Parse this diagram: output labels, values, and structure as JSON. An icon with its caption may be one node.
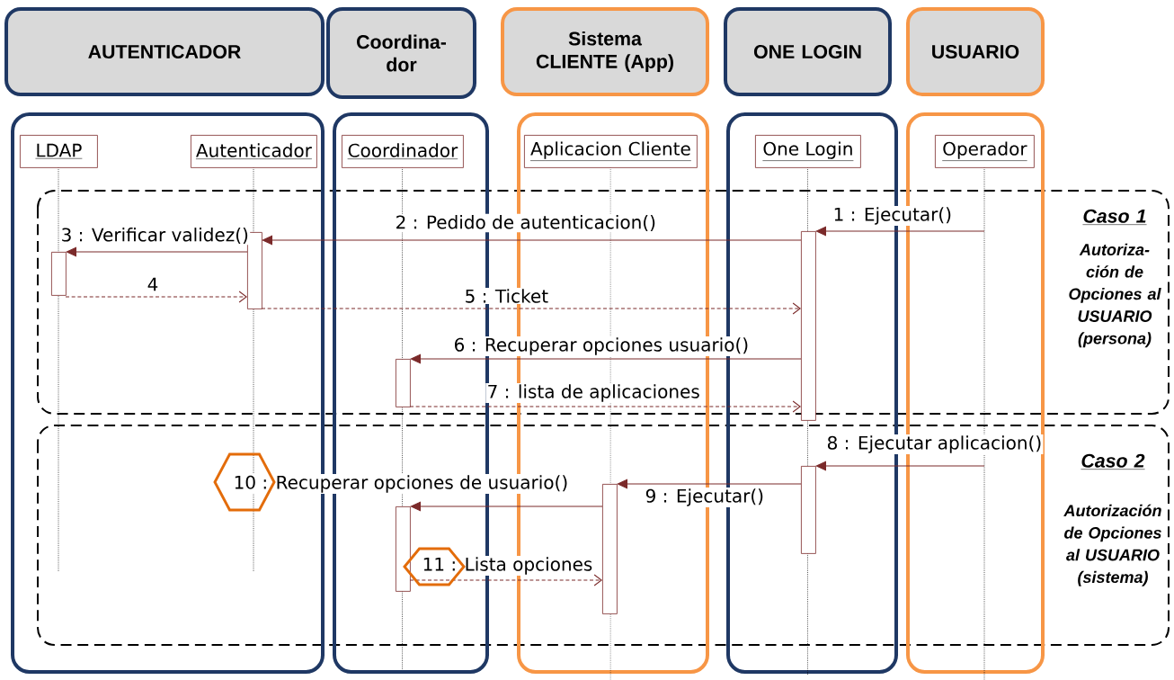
{
  "diagram": {
    "nodes": [
      {
        "text": [
          "AUTENTICADOR"
        ]
      },
      {
        "text": [
          "Coordina- dor"
        ]
      },
      {
        "text": [
          "Sistema CLIENTE (App)"
        ]
      },
      {
        "text": [
          "ONE LOGIN"
        ]
      },
      {
        "text": [
          "USUARIO"
        ]
      },
      {
        "text": [],
        "shape": "box"
      },
      {
        "text": [],
        "shape": "box"
      },
      {
        "text": [],
        "shape": "box"
      },
      {
        "text": [],
        "shape": "box"
      },
      {
        "text": [],
        "shape": "box"
      },
      {
        "text": [
          "LDAP"
        ],
        "in": 5
      },
      {
        "text": [
          "Autenticador"
        ],
        "in": 5
      },
      {
        "text": [
          "Coordinador"
        ],
        "in": 6
      },
      {
        "text": [
          "Aplicacion Cliente"
        ],
        "in": 7
      },
      {
        "text": [
          "One Login"
        ],
        "in": 8
      },
      {
        "text": [
          "Operador"
        ],
        "in": 9
      },
      {
        "text": [],
        "shape": "bar",
        "in": 5
      },
      {
        "text": [],
        "shape": "bar",
        "in": 5
      },
      {
        "text": [],
        "shape": "bar",
        "in": 6
      },
      {
        "text": [],
        "shape": "bar",
        "in": 6
      },
      {
        "text": [],
        "shape": "bar",
        "in": 7
      },
      {
        "text": [],
        "shape": "bar",
        "in": 8
      },
      {
        "text": [],
        "shape": "bar",
        "in": 8
      }
    ],
    "edges": [
      {
        "from": null,
        "to": 21,
        "arrow": "to",
        "label": "1 : Ejecutar()"
      },
      {
        "from": 21,
        "to": 17,
        "arrow": "to",
        "label": "2 : Pedido de autenticacion()"
      },
      {
        "from": 17,
        "to": 16,
        "arrow": "to",
        "label": "3 : Verificar validez()"
      },
      {
        "from": 16,
        "to": 17,
        "arrow": "to",
        "label": "4",
        "style": "dashed"
      },
      {
        "from": 17,
        "to": 21,
        "arrow": "to",
        "label": "5 : Ticket",
        "style": "dashed"
      },
      {
        "from": 21,
        "to": 18,
        "arrow": "to",
        "label": "6 : Recuperar opciones usuario()"
      },
      {
        "from": 18,
        "to": 21,
        "arrow": "to",
        "label": "7 : lista de aplicaciones",
        "style": "dashed"
      },
      {
        "from": null,
        "to": 22,
        "arrow": "to",
        "label": "8 : Ejecutar aplicacion()"
      },
      {
        "from": 22,
        "to": 20,
        "arrow": "to",
        "label": "9 : Ejecutar()"
      },
      {
        "from": 20,
        "to": 19,
        "arrow": "to",
        "label": "10 : Recuperar opciones de usuario()"
      },
      {
        "from": 19,
        "to": 20,
        "arrow": "to",
        "label": "11 : Lista opciones",
        "style": "dashed"
      }
    ],
    "labels": [
      "Caso 1",
      "Autoriza- ción de Opciones al USUARIO (persona)",
      "Caso 2",
      "Autorización de Opciones al USUARIO (sistema)"
    ]
  }
}
